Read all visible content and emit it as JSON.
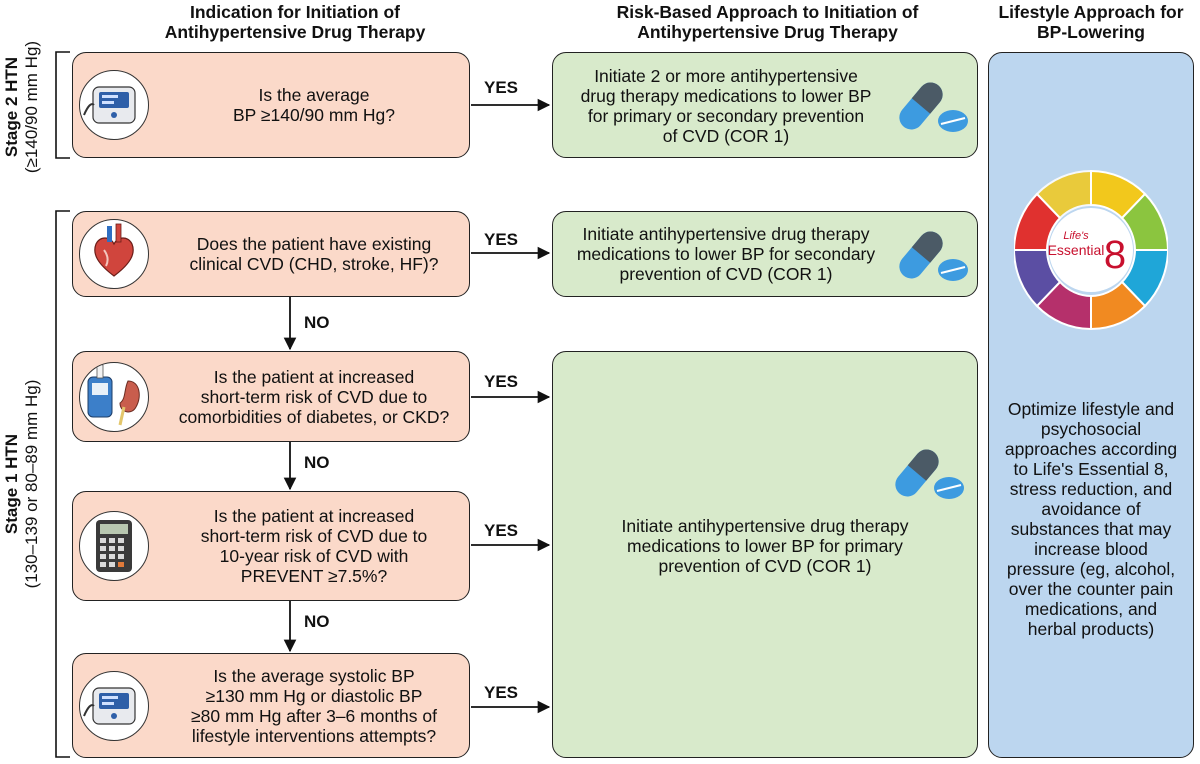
{
  "headers": {
    "col1": [
      "Indication for Initiation of",
      "Antihypertensive Drug Therapy"
    ],
    "col2": [
      "Risk-Based Approach to Initiation of",
      "Antihypertensive Drug Therapy"
    ],
    "col3": [
      "Lifestyle Approach for",
      "BP-Lowering"
    ]
  },
  "stage2": {
    "title": "Stage 2 HTN",
    "range": "(≥140/90 mm Hg)"
  },
  "stage1": {
    "title": "Stage 1 HTN",
    "range": "(130–139 or 80–89 mm Hg)"
  },
  "questions": [
    {
      "icon": "blood-pressure-monitor-icon",
      "lines": [
        "Is the average",
        "BP ≥140/90 mm Hg?"
      ]
    },
    {
      "icon": "heart-icon",
      "lines": [
        "Does the patient have existing",
        "clinical CVD (CHD, stroke, HF)?"
      ]
    },
    {
      "icon": "glucose-meter-kidney-icon",
      "lines": [
        "Is the patient at increased",
        "short-term risk of CVD due to",
        "comorbidities of diabetes, or CKD?"
      ]
    },
    {
      "icon": "calculator-icon",
      "lines": [
        "Is the patient at increased",
        "short-term risk of CVD due to",
        "10-year risk of CVD with",
        "PREVENT ≥7.5%?"
      ]
    },
    {
      "icon": "blood-pressure-monitor-icon",
      "lines": [
        "Is the average systolic BP",
        "≥130 mm Hg or diastolic BP",
        "≥80 mm Hg after 3–6 months of",
        "lifestyle interventions attempts?"
      ]
    }
  ],
  "actions": [
    {
      "lines": [
        "Initiate 2 or more antihypertensive",
        "drug therapy medications to lower BP",
        "for primary or secondary prevention",
        "of CVD (COR 1)"
      ]
    },
    {
      "lines": [
        "Initiate antihypertensive drug therapy",
        "medications to lower BP for secondary",
        "prevention of CVD (COR 1)"
      ]
    },
    {
      "lines": [
        "Initiate antihypertensive drug therapy",
        "medications to lower BP for primary",
        "prevention of CVD (COR 1)"
      ]
    }
  ],
  "yes_label": "YES",
  "no_label": "NO",
  "lifestyle": {
    "logo_text": [
      "Life's",
      "Essential",
      "8"
    ],
    "lines": [
      "Optimize lifestyle and",
      "psychosocial",
      "approaches according",
      "to Life's Essential 8,",
      "stress reduction, and",
      "avoidance of",
      "substances that may",
      "increase blood",
      "pressure (eg, alcohol,",
      "over the counter pain",
      "medications, and",
      "herbal products)"
    ]
  },
  "colors": {
    "question_fill": "#fbd9c9",
    "action_fill": "#d8eacb",
    "lifestyle_fill": "#bcd6ef",
    "pill_dark": "#4b5a66",
    "pill_blue": "#3d9be0",
    "le8_ring": [
      "#e0312f",
      "#f2c81c",
      "#8bc53f",
      "#1fa6d8",
      "#2fb38f",
      "#f18a21",
      "#b5306b",
      "#5b4ea3"
    ]
  }
}
